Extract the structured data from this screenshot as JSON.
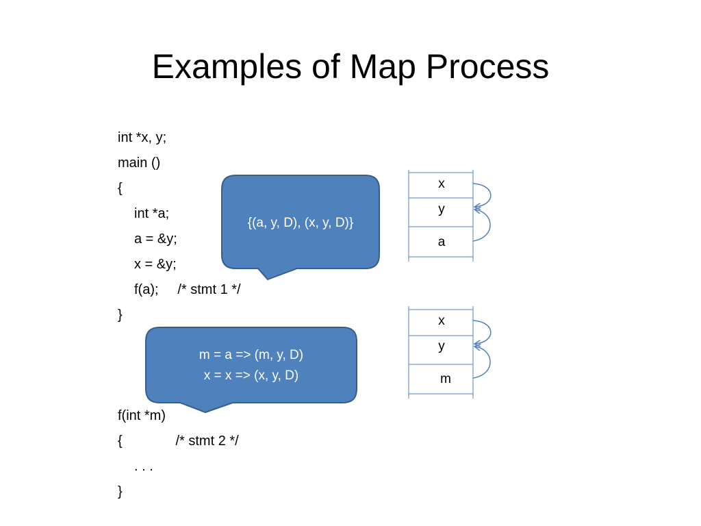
{
  "title": "Examples of Map Process",
  "code": {
    "lines": [
      "int *x, y;",
      "main ()",
      "{",
      "int *a;",
      "a = &y;",
      "x = &y;",
      "f(a);     /* stmt 1 */",
      "}",
      "f(int *m)",
      "{              /* stmt 2 */",
      ". . .",
      "}"
    ]
  },
  "callouts": {
    "top": {
      "text": "{(a, y, D), (x, y, D)}"
    },
    "bottom": {
      "line1": "m = a => (m, y, D)",
      "line2": "x = x => (x, y, D)"
    }
  },
  "stacks": {
    "top": {
      "cells": [
        "x",
        "y",
        "a"
      ]
    },
    "bottom": {
      "cells": [
        "x",
        "y",
        "m"
      ]
    }
  },
  "colors": {
    "callout_fill": "#4f81bd",
    "callout_stroke": "#385d8a",
    "stack_line": "#4f81bd"
  }
}
